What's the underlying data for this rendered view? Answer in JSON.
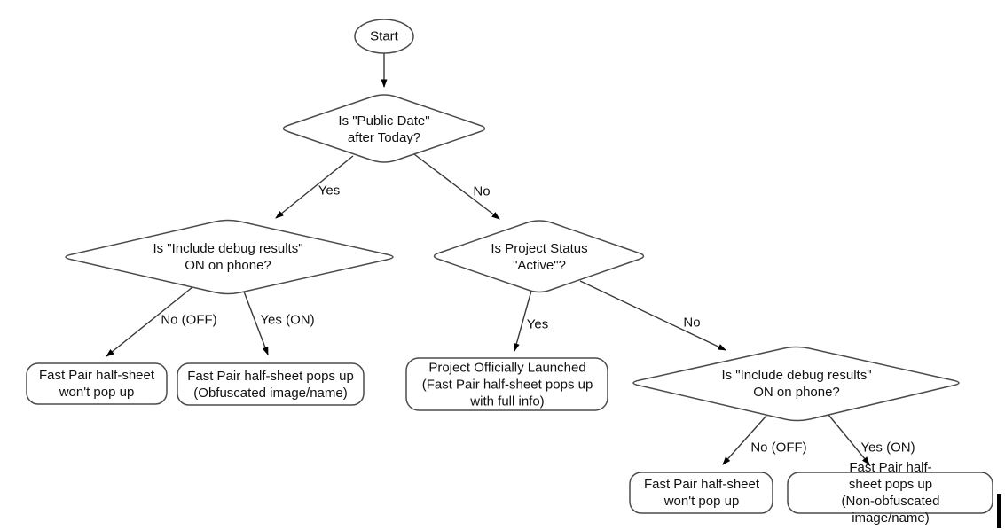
{
  "diagram": {
    "nodes": {
      "start": "Start",
      "public_date": "Is \"Public Date\"\nafter Today?",
      "debug_left": "Is \"Include debug results\"\nON on phone?",
      "project_status": "Is Project Status\n\"Active\"?",
      "debug_right": "Is \"Include debug results\"\nON on phone?",
      "no_popup_left": "Fast Pair half-sheet\nwon't pop up",
      "obfuscated": "Fast Pair half-sheet pops up\n(Obfuscated image/name)",
      "launched": "Project Officially Launched\n(Fast Pair half-sheet pops up\nwith full info)",
      "no_popup_right": "Fast Pair half-sheet\nwon't pop up",
      "non_obfuscated": "Fast Pair half-sheet pops up\n(Non-obfuscated image/name)"
    },
    "edge_labels": {
      "yes_top": "Yes",
      "no_top": "No",
      "no_off_left": "No (OFF)",
      "yes_on_left": "Yes (ON)",
      "yes_mid": "Yes",
      "no_mid": "No",
      "no_off_right": "No (OFF)",
      "yes_on_right": "Yes (ON)"
    },
    "colors": {
      "shape_stroke": "#4b4b4b",
      "connector": "#383838",
      "arrowhead": "#000000",
      "text": "#111111",
      "background": "#ffffff"
    }
  }
}
